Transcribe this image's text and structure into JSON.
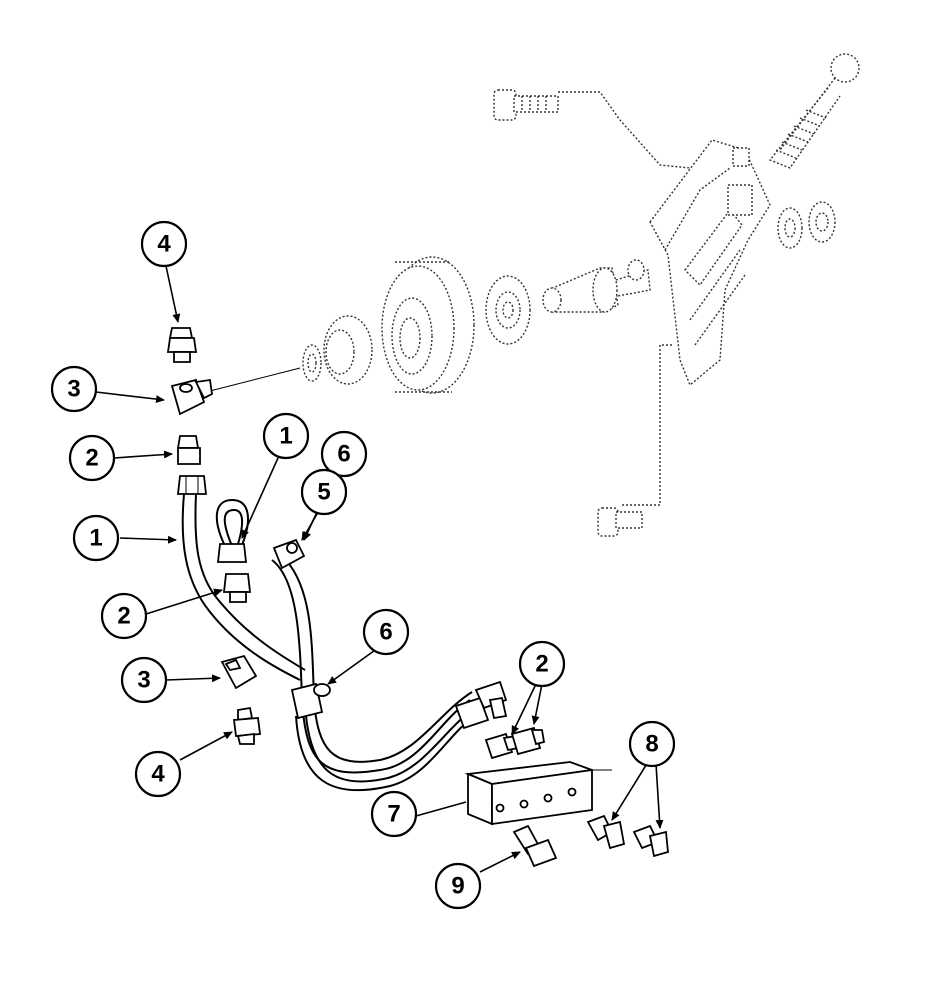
{
  "callouts": [
    {
      "label": "4"
    },
    {
      "label": "3"
    },
    {
      "label": "2"
    },
    {
      "label": "1"
    },
    {
      "label": "1"
    },
    {
      "label": "6"
    },
    {
      "label": "5"
    },
    {
      "label": "2"
    },
    {
      "label": "6"
    },
    {
      "label": "3"
    },
    {
      "label": "4"
    },
    {
      "label": "2"
    },
    {
      "label": "8"
    },
    {
      "label": "7"
    },
    {
      "label": "9"
    }
  ]
}
